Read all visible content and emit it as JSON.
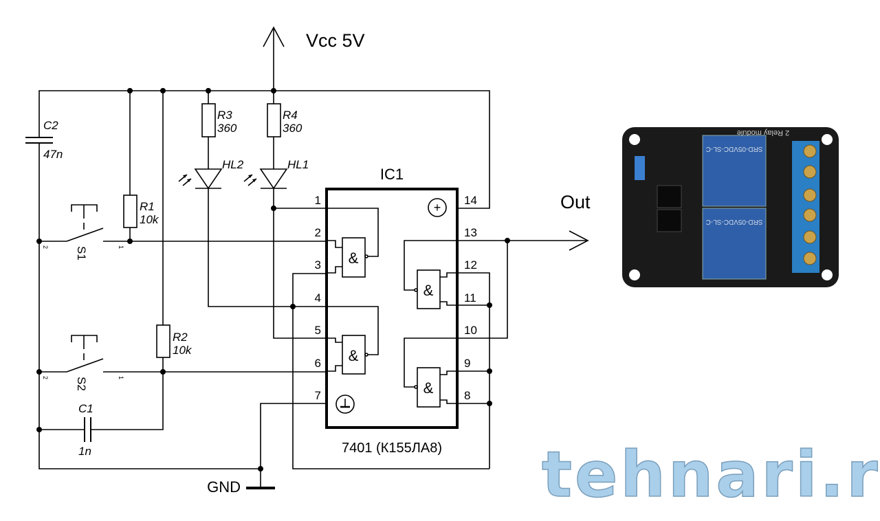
{
  "power": {
    "vcc_label": "Vcc 5V",
    "gnd_label": "GND"
  },
  "output": {
    "label": "Out"
  },
  "ic": {
    "name": "IC1",
    "part": "7401 (К155ЛА8)",
    "gate_symbol": "&",
    "vcc_symbol": "+",
    "pins_left": [
      "1",
      "2",
      "3",
      "4",
      "5",
      "6",
      "7"
    ],
    "pins_right": [
      "14",
      "13",
      "12",
      "11",
      "10",
      "9",
      "8"
    ]
  },
  "components": {
    "c2": {
      "ref": "C2",
      "value": "47n"
    },
    "c1": {
      "ref": "C1",
      "value": "1n"
    },
    "r1": {
      "ref": "R1",
      "value": "10k"
    },
    "r2": {
      "ref": "R2",
      "value": "10k"
    },
    "r3": {
      "ref": "R3",
      "value": "360"
    },
    "r4": {
      "ref": "R4",
      "value": "360"
    },
    "hl1": {
      "ref": "HL1"
    },
    "hl2": {
      "ref": "HL2"
    },
    "s1": {
      "ref": "S1",
      "pin_a": "2",
      "pin_b": "1"
    },
    "s2": {
      "ref": "S2",
      "pin_a": "2",
      "pin_b": "1"
    }
  },
  "relay_module": {
    "board_text": "2 Relay module",
    "relay_text": "SRD-05VDC-SL-C",
    "colors": {
      "board": "#1a1a1a",
      "relay": "#2f5fa8",
      "terminal": "#2b7fc4"
    }
  },
  "watermark": {
    "text": "tehnari.ru",
    "color": "#a9cfea"
  }
}
